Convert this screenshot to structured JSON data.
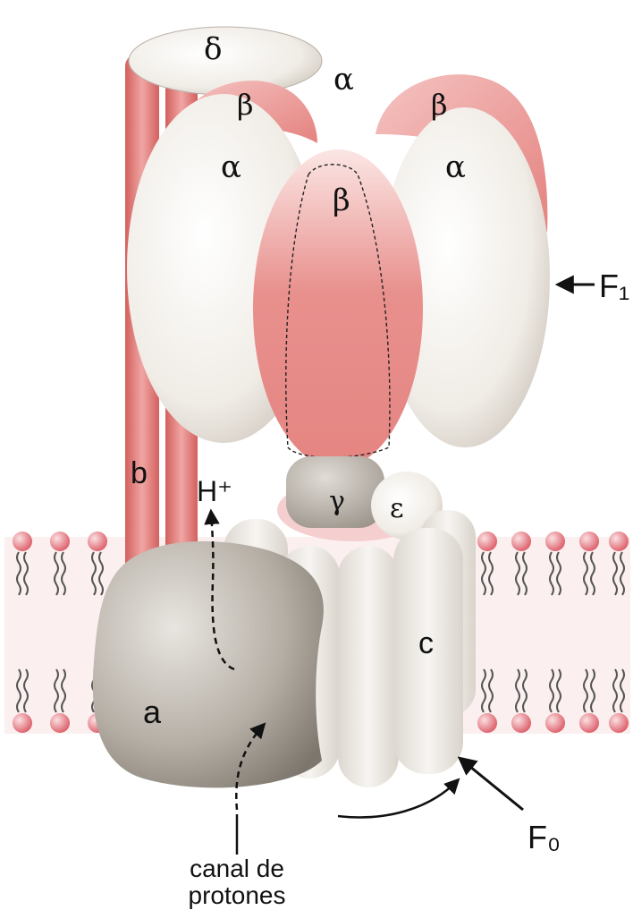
{
  "labels": {
    "delta": "δ",
    "alpha_back": "α",
    "beta_back_left": "β",
    "beta_back_right": "β",
    "alpha_left": "α",
    "alpha_right": "α",
    "beta_front": "β",
    "b": "b",
    "h_plus": "H⁺",
    "gamma": "γ",
    "epsilon": "ε",
    "c": "c",
    "a": "a",
    "f1": "F₁",
    "f0": "F₀",
    "canal_line1": "canal de",
    "canal_line2": "protones"
  },
  "colors": {
    "pink": "#e58a88",
    "cream": "#f1ede8",
    "gray_subunit_a": "#8f887f",
    "lipid_head": "#e06a74"
  }
}
